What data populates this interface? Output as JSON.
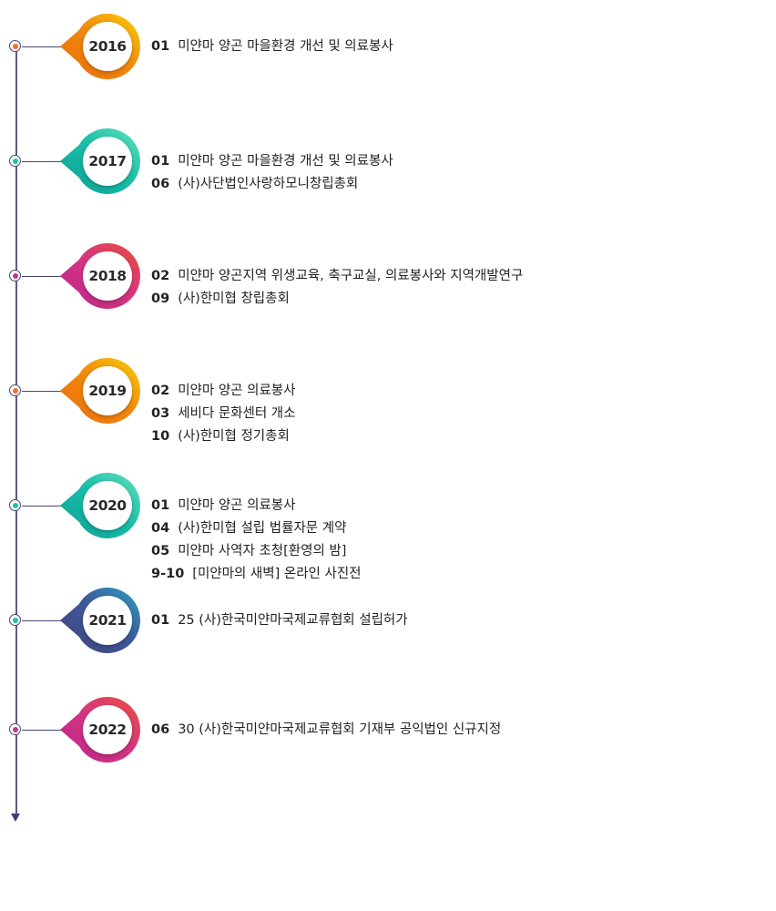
{
  "colors": {
    "orange": [
      "#f8cf0a",
      "#f28a0c",
      "#ea6b0e"
    ],
    "teal": [
      "#5fe0c0",
      "#1bbfa8",
      "#0a9d96"
    ],
    "magenta": [
      "#e9513d",
      "#d7357e",
      "#b8268f"
    ],
    "navy": [
      "#2f9ec0",
      "#3c5a9a",
      "#43407d"
    ],
    "line": "#4a4870"
  },
  "timeline": [
    {
      "year": "2016",
      "theme": "orange",
      "dot": "#f37021",
      "items": [
        {
          "month": "01",
          "text": "미얀마 양곤 마을환경 개선 및 의료봉사"
        }
      ]
    },
    {
      "year": "2017",
      "theme": "teal",
      "dot": "#1ec4a2",
      "items": [
        {
          "month": "01",
          "text": "미얀마 양곤 마을환경 개선 및 의료봉사"
        },
        {
          "month": "06",
          "text": "(사)사단법인사랑하모니창립총회"
        }
      ]
    },
    {
      "year": "2018",
      "theme": "magenta",
      "dot": "#c2348e",
      "items": [
        {
          "month": "02",
          "text": "미얀마 양곤지역 위생교육, 축구교실, 의료봉사와 지역개발연구"
        },
        {
          "month": "09",
          "text": "(사)한미협 창립총회"
        }
      ]
    },
    {
      "year": "2019",
      "theme": "orange",
      "dot": "#f37021",
      "items": [
        {
          "month": "02",
          "text": "미얀마 양곤 의료봉사"
        },
        {
          "month": "03",
          "text": "세비다 문화센터 개소"
        },
        {
          "month": "10",
          "text": "(사)한미협 정기총회"
        }
      ]
    },
    {
      "year": "2020",
      "theme": "teal",
      "dot": "#1ec4a2",
      "items": [
        {
          "month": "01",
          "text": "미얀마 양곤 의료봉사"
        },
        {
          "month": "04",
          "text": "(사)한미협 설립 법률자문 계약"
        },
        {
          "month": "05",
          "text": "미얀마 사역자 초청[환영의 밤]"
        },
        {
          "month": "9-10",
          "text": "[미얀마의 새벽] 온라인 사진전"
        }
      ]
    },
    {
      "year": "2021",
      "theme": "navy",
      "dot": "#1ec4a2",
      "items": [
        {
          "month": "01",
          "text": "25 (사)한국미얀마국제교류협회 설립허가"
        }
      ]
    },
    {
      "year": "2022",
      "theme": "magenta",
      "dot": "#c2348e",
      "items": [
        {
          "month": "06",
          "text": "30 (사)한국미얀마국제교류협회 기재부 공익법인 신규지정"
        }
      ]
    }
  ]
}
